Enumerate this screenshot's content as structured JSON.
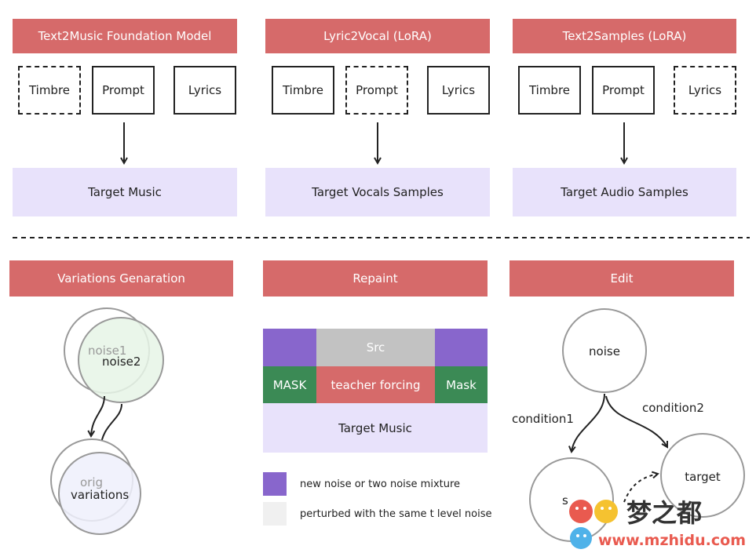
{
  "top": {
    "columns": [
      {
        "title": "Text2Music Foundation Model",
        "inputs": [
          {
            "label": "Timbre",
            "dashed": true
          },
          {
            "label": "Prompt",
            "dashed": false
          },
          {
            "label": "Lyrics",
            "dashed": false
          }
        ],
        "target": "Target Music"
      },
      {
        "title": "Lyric2Vocal (LoRA)",
        "inputs": [
          {
            "label": "Timbre",
            "dashed": false
          },
          {
            "label": "Prompt",
            "dashed": true
          },
          {
            "label": "Lyrics",
            "dashed": false
          }
        ],
        "target": "Target Vocals Samples"
      },
      {
        "title": "Text2Samples (LoRA)",
        "inputs": [
          {
            "label": "Timbre",
            "dashed": false
          },
          {
            "label": "Prompt",
            "dashed": false
          },
          {
            "label": "Lyrics",
            "dashed": true
          }
        ],
        "target": "Target Audio Samples"
      }
    ]
  },
  "variations": {
    "title": "Variations Genaration",
    "noise1": "noise1",
    "noise2": "noise2",
    "orig": "orig",
    "variations": "variations"
  },
  "repaint": {
    "title": "Repaint",
    "src": "Src",
    "mask_left": "MASK",
    "teacher_forcing": "teacher forcing",
    "mask_right": "Mask",
    "target": "Target Music",
    "legend": [
      {
        "color": "#8866cc",
        "text": "new noise or two noise mixture"
      },
      {
        "color": "#f0f0f0",
        "text": "perturbed with the same t level noise"
      }
    ],
    "colors": {
      "purple": "#8866cc",
      "src": "#c2c2c2",
      "mask": "#3b8a55",
      "teacher": "#d66a6a",
      "target": "#e8e2fb"
    }
  },
  "edit": {
    "title": "Edit",
    "noise": "noise",
    "condition1": "condition1",
    "condition2": "condition2",
    "target": "target",
    "source_partial": "s"
  },
  "watermark": {
    "brand": "梦之都",
    "url": "www.mzhidu.com"
  }
}
